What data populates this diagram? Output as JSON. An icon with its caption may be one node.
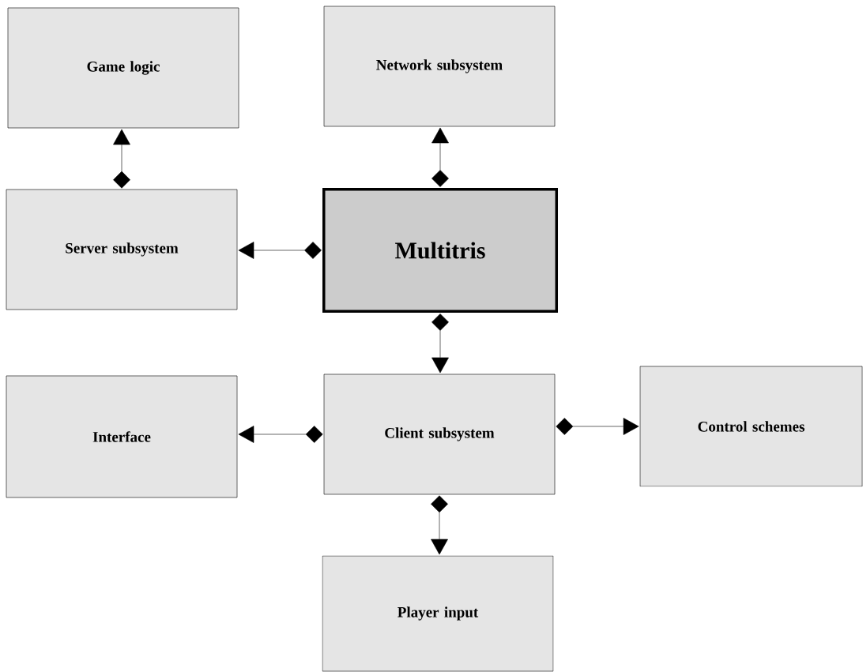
{
  "diagram": {
    "nodes": [
      {
        "text": [
          "Game logic"
        ]
      },
      {
        "text": [
          "Network subsystem"
        ]
      },
      {
        "text": [
          "Server subsystem"
        ]
      },
      {
        "text": [
          "Multitris"
        ]
      },
      {
        "text": [
          "Interface"
        ]
      },
      {
        "text": [
          "Client subsystem"
        ]
      },
      {
        "text": [
          "Control schemes"
        ]
      },
      {
        "text": [
          "Player input"
        ]
      }
    ],
    "edges": [
      {
        "from": 2,
        "to": 0,
        "arrow": "to"
      },
      {
        "from": 3,
        "to": 1,
        "arrow": "to"
      },
      {
        "from": 3,
        "to": 2,
        "arrow": "to"
      },
      {
        "from": 3,
        "to": 5,
        "arrow": "to"
      },
      {
        "from": 5,
        "to": 4,
        "arrow": "to"
      },
      {
        "from": 5,
        "to": 6,
        "arrow": "to"
      },
      {
        "from": 5,
        "to": 7,
        "arrow": "to"
      }
    ]
  }
}
